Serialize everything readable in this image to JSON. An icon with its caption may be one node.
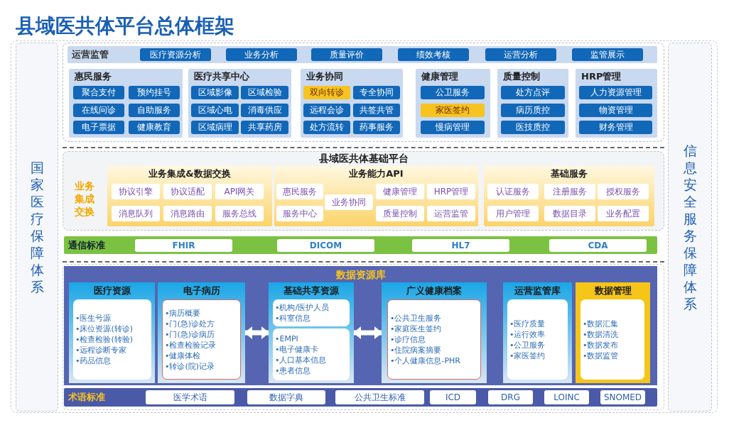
{
  "diagram": {
    "title": "县域医共体平台总体框架",
    "nodes": [
      {
        "text": [
          "国家医疗保障体系"
        ]
      },
      {
        "text": [
          "运营监管"
        ]
      },
      {
        "text": [
          "医疗资源分析"
        ],
        "in": 1
      },
      {
        "text": [
          "业务分析"
        ],
        "in": 1
      },
      {
        "text": [
          "质量评价"
        ],
        "in": 1
      },
      {
        "text": [
          "绩效考核"
        ],
        "in": 1
      },
      {
        "text": [
          "运营分析"
        ],
        "in": 1
      },
      {
        "text": [
          "监管展示"
        ],
        "in": 1
      },
      {
        "text": [
          "惠民服务"
        ]
      },
      {
        "text": [
          "聚合支付"
        ],
        "in": 8
      },
      {
        "text": [
          "预约挂号"
        ],
        "in": 8
      },
      {
        "text": [
          "在线问诊"
        ],
        "in": 8
      },
      {
        "text": [
          "自助服务"
        ],
        "in": 8
      },
      {
        "text": [
          "电子票据"
        ],
        "in": 8
      },
      {
        "text": [
          "健康教育"
        ],
        "in": 8
      },
      {
        "text": [
          "医疗共享中心"
        ]
      },
      {
        "text": [
          "区域影像"
        ],
        "in": 15
      },
      {
        "text": [
          "区域检验"
        ],
        "in": 15
      },
      {
        "text": [
          "区域心电"
        ],
        "in": 15
      },
      {
        "text": [
          "消毒供应"
        ],
        "in": 15
      },
      {
        "text": [
          "区域病理"
        ],
        "in": 15
      },
      {
        "text": [
          "共享药房"
        ],
        "in": 15
      },
      {
        "text": [
          "业务协同"
        ]
      },
      {
        "text": [
          "双向转诊"
        ],
        "in": 22
      },
      {
        "text": [
          "专全协同"
        ],
        "in": 22
      },
      {
        "text": [
          "远程会诊"
        ],
        "in": 22
      },
      {
        "text": [
          "共签共管"
        ],
        "in": 22
      },
      {
        "text": [
          "处方流转"
        ],
        "in": 22
      },
      {
        "text": [
          "药事服务"
        ],
        "in": 22
      },
      {
        "text": [
          "健康管理"
        ]
      },
      {
        "text": [
          "公卫服务"
        ],
        "in": 29
      },
      {
        "text": [
          "家医签约"
        ],
        "in": 29
      },
      {
        "text": [
          "慢病管理"
        ],
        "in": 29
      },
      {
        "text": [
          "质量控制"
        ]
      },
      {
        "text": [
          "处方点评"
        ],
        "in": 33
      },
      {
        "text": [
          "病历质控"
        ],
        "in": 33
      },
      {
        "text": [
          "医技质控"
        ],
        "in": 33
      },
      {
        "text": [
          "HRP管理"
        ]
      },
      {
        "text": [
          "人力资源管理"
        ],
        "in": 37
      },
      {
        "text": [
          "物资管理"
        ],
        "in": 37
      },
      {
        "text": [
          "财务管理"
        ],
        "in": 37
      },
      {
        "text": [
          "县域医共体基础平台"
        ]
      },
      {
        "text": [
          "业务集成&数据交换"
        ],
        "in": 41
      },
      {
        "text": [
          "协议引擎"
        ],
        "in": 42
      },
      {
        "text": [
          "协议适配"
        ],
        "in": 42
      },
      {
        "text": [
          "API网关"
        ],
        "in": 42
      },
      {
        "text": [
          "消息队列"
        ],
        "in": 42
      },
      {
        "text": [
          "消息路由"
        ],
        "in": 42
      },
      {
        "text": [
          "服务总线"
        ],
        "in": 42
      },
      {
        "text": [
          "业务能力API"
        ],
        "in": 41
      },
      {
        "text": [
          "惠民服务"
        ],
        "in": 49
      },
      {
        "text": [
          "服务中心"
        ],
        "in": 49
      },
      {
        "text": [
          "业务协同"
        ],
        "in": 49
      },
      {
        "text": [
          "健康管理"
        ],
        "in": 49
      },
      {
        "text": [
          "HRP管理"
        ],
        "in": 49
      },
      {
        "text": [
          "质量控制"
        ],
        "in": 49
      },
      {
        "text": [
          "运营监管"
        ],
        "in": 49
      },
      {
        "text": [
          "基础服务"
        ],
        "in": 41
      },
      {
        "text": [
          "认证服务"
        ],
        "in": 57
      },
      {
        "text": [
          "注册服务"
        ],
        "in": 57
      },
      {
        "text": [
          "授权服务"
        ],
        "in": 57
      },
      {
        "text": [
          "用户管理"
        ],
        "in": 57
      },
      {
        "text": [
          "数据目录"
        ],
        "in": 57
      },
      {
        "text": [
          "业务配置"
        ],
        "in": 57
      },
      {
        "text": [
          "通信标准"
        ]
      },
      {
        "text": [
          "FHIR"
        ],
        "in": 64
      },
      {
        "text": [
          "DICOM"
        ],
        "in": 64
      },
      {
        "text": [
          "HL7"
        ],
        "in": 64
      },
      {
        "text": [
          "CDA"
        ],
        "in": 64
      },
      {
        "text": [
          "数据资源库"
        ]
      },
      {
        "text": [
          "医疗资源"
        ],
        "in": 69
      },
      {
        "text": [
          "•医生号源",
          "•床位资源(转诊)",
          "•检查检验(转验)",
          "•远程诊断专家",
          "•药品信息"
        ],
        "in": 70
      },
      {
        "text": [
          "电子病历"
        ],
        "in": 69
      },
      {
        "text": [
          "•病历概要",
          "•门(急)诊处方",
          "•门(急)诊病历",
          "•检查检验记录",
          "•健康体检",
          "•转诊(院)记录"
        ],
        "in": 72
      },
      {
        "text": [
          "基础共享资源"
        ],
        "in": 69
      },
      {
        "text": [
          "•机构/医护人员",
          "•科室信息"
        ],
        "in": 74
      },
      {
        "text": [
          "•EMPI",
          "•电子健康卡",
          "•人口基本信息",
          "•患者信息"
        ],
        "in": 74
      },
      {
        "text": [
          "广义健康档案"
        ],
        "in": 69
      },
      {
        "text": [
          "•公共卫生服务",
          "•家庭医生签约",
          "•诊疗信息",
          "•住院病案摘要",
          "•个人健康信息-PHR"
        ],
        "in": 77
      },
      {
        "text": [
          "运营监管库"
        ],
        "in": 69
      },
      {
        "text": [
          "•医疗质量",
          "•运行效率",
          "•公卫服务",
          "•家医签约"
        ],
        "in": 79
      },
      {
        "text": [
          "数据管理"
        ],
        "in": 69
      },
      {
        "text": [
          "•数据汇集",
          "•数据清洗",
          "•数据发布",
          "•数据监管"
        ],
        "in": 81
      },
      {
        "text": [
          "术语标准"
        ]
      },
      {
        "text": [
          "医学术语"
        ],
        "in": 83
      },
      {
        "text": [
          "数据字典"
        ],
        "in": 83
      },
      {
        "text": [
          "公共卫生标准"
        ],
        "in": 83
      },
      {
        "text": [
          "ICD"
        ],
        "in": 83
      },
      {
        "text": [
          "DRG"
        ],
        "in": 83
      },
      {
        "text": [
          "LOINC"
        ],
        "in": 83
      },
      {
        "text": [
          "SNOMED"
        ],
        "in": 83
      },
      {
        "text": [
          "信息安全服务保障体系"
        ]
      }
    ],
    "edges": [
      {
        "from": 72,
        "to": 74,
        "arrow": "both"
      },
      {
        "from": 74,
        "to": 77,
        "arrow": "both"
      }
    ],
    "labels": [
      "业务集成交换"
    ]
  }
}
